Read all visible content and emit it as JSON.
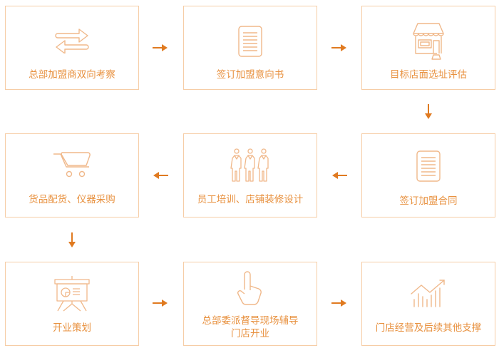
{
  "colors": {
    "border": "#f6cda6",
    "icon": "#f0b88a",
    "text": "#e8913f",
    "arrow": "#e07a20"
  },
  "steps": [
    {
      "label": "总部加盟商双向考察",
      "icon": "exchange-arrows-icon"
    },
    {
      "label": "签订加盟意向书",
      "icon": "document-icon"
    },
    {
      "label": "目标店面选址评估",
      "icon": "storefront-icon"
    },
    {
      "label": "签订加盟合同",
      "icon": "document-icon"
    },
    {
      "label": "员工培训、店铺装修设计",
      "icon": "staff-people-icon"
    },
    {
      "label": "货品配货、仪器采购",
      "icon": "shopping-cart-icon"
    },
    {
      "label": "开业策划",
      "icon": "presentation-board-icon"
    },
    {
      "label": "总部委派督导现场辅导",
      "label2": "门店开业",
      "icon": "pointing-hand-icon"
    },
    {
      "label": "门店经营及后续其他支撑",
      "icon": "growth-chart-icon"
    }
  ]
}
